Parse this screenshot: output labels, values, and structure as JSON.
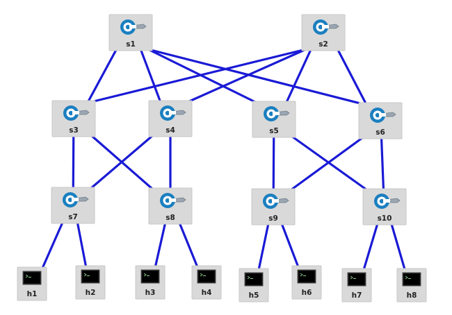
{
  "colors": {
    "link": "#1a1ad6",
    "node_background": "#d9d9d9",
    "switch_icon": "#1a7fc0",
    "host_screen": "#111111"
  },
  "icons": {
    "switch": "switch-icon",
    "host": "host-terminal-icon"
  },
  "nodes": [
    {
      "id": "s1",
      "label": "s1",
      "kind": "switch"
    },
    {
      "id": "s2",
      "label": "s2",
      "kind": "switch"
    },
    {
      "id": "s3",
      "label": "s3",
      "kind": "switch"
    },
    {
      "id": "s4",
      "label": "s4",
      "kind": "switch"
    },
    {
      "id": "s5",
      "label": "s5",
      "kind": "switch"
    },
    {
      "id": "s6",
      "label": "s6",
      "kind": "switch"
    },
    {
      "id": "s7",
      "label": "s7",
      "kind": "switch"
    },
    {
      "id": "s8",
      "label": "s8",
      "kind": "switch"
    },
    {
      "id": "s9",
      "label": "s9",
      "kind": "switch"
    },
    {
      "id": "s10",
      "label": "s10",
      "kind": "switch"
    },
    {
      "id": "h1",
      "label": "h1",
      "kind": "host"
    },
    {
      "id": "h2",
      "label": "h2",
      "kind": "host"
    },
    {
      "id": "h3",
      "label": "h3",
      "kind": "host"
    },
    {
      "id": "h4",
      "label": "h4",
      "kind": "host"
    },
    {
      "id": "h5",
      "label": "h5",
      "kind": "host"
    },
    {
      "id": "h6",
      "label": "h6",
      "kind": "host"
    },
    {
      "id": "h7",
      "label": "h7",
      "kind": "host"
    },
    {
      "id": "h8",
      "label": "h8",
      "kind": "host"
    }
  ],
  "links": [
    [
      "s1",
      "s3"
    ],
    [
      "s1",
      "s4"
    ],
    [
      "s1",
      "s5"
    ],
    [
      "s1",
      "s6"
    ],
    [
      "s2",
      "s3"
    ],
    [
      "s2",
      "s4"
    ],
    [
      "s2",
      "s5"
    ],
    [
      "s2",
      "s6"
    ],
    [
      "s3",
      "s7"
    ],
    [
      "s3",
      "s8"
    ],
    [
      "s4",
      "s7"
    ],
    [
      "s4",
      "s8"
    ],
    [
      "s5",
      "s9"
    ],
    [
      "s5",
      "s10"
    ],
    [
      "s6",
      "s9"
    ],
    [
      "s6",
      "s10"
    ],
    [
      "s7",
      "h1"
    ],
    [
      "s7",
      "h2"
    ],
    [
      "s8",
      "h3"
    ],
    [
      "s8",
      "h4"
    ],
    [
      "s9",
      "h5"
    ],
    [
      "s9",
      "h6"
    ],
    [
      "s10",
      "h7"
    ],
    [
      "s10",
      "h8"
    ]
  ]
}
